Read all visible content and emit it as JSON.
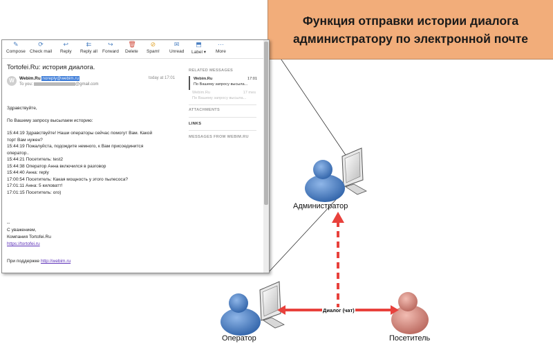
{
  "banner": {
    "line1": "Функция отправки истории диалога",
    "line2": "администратору по электронной почте"
  },
  "email": {
    "toolbar": [
      {
        "label": "Compose",
        "icon": "compose-icon"
      },
      {
        "label": "Check mail",
        "icon": "refresh-icon"
      },
      {
        "label": "Reply",
        "icon": "reply-icon"
      },
      {
        "label": "Reply all",
        "icon": "reply-all-icon"
      },
      {
        "label": "Forward",
        "icon": "forward-icon"
      },
      {
        "label": "Delete",
        "icon": "trash-icon"
      },
      {
        "label": "Spam!",
        "icon": "spam-icon"
      },
      {
        "label": "Unread",
        "icon": "envelope-icon"
      },
      {
        "label": "Label",
        "icon": "label-icon"
      },
      {
        "label": "More",
        "icon": "more-icon"
      }
    ],
    "subject": "Tortofei.Ru: история диалога.",
    "avatar_letter": "W",
    "sender_name": "Webim.Ru",
    "sender_email": "noreply@webim.ru",
    "to_label": "To you:",
    "to_suffix": "@gmail.com",
    "date": "today at 17:01",
    "greeting": "Здравствуйте,",
    "intro": "По Вашему запросу высылаем историю:",
    "history": [
      "15:44:19 Здравствуйте! Наши операторы сейчас помогут Вам. Какой",
      "торт Вам нужен?",
      "15:44:19 Пожалуйста, подождите немного, к Вам присоединится",
      "оператор..",
      "15:44:21 Посетитель: test2",
      "15:44:38 Оператор Анна включился в разговор",
      "15:44:40 Анна: reply",
      "17:00:54 Посетитель: Какая мощность у этого пылесоса?",
      "17:01:11 Анна: 5 киловатт!",
      "17:01:15 Посетитель: ого)"
    ],
    "sig_dash": "--",
    "sig_regards": "С уважением,",
    "sig_company": "Компания Tortofei.Ru",
    "sig_link": "https://tortofei.ru",
    "support_text": "При поддержке",
    "support_link": "http://webim.ru",
    "right_pane": {
      "related_heading": "RELATED MESSAGES",
      "related": [
        {
          "name": "Webim.Ru",
          "time": "17:01",
          "snippet": "По Вашему запросу высыла..."
        },
        {
          "name": "Webim.Ru",
          "time": "17 mes",
          "snippet": "По Вашему запросу высыла..."
        }
      ],
      "attachments_heading": "ATTACHMENTS",
      "links_heading": "LINKS",
      "messages_from_heading": "MESSAGES FROM WEBIM.RU"
    }
  },
  "diagram": {
    "admin_label": "Администратор",
    "operator_label": "Оператор",
    "visitor_label": "Посетитель",
    "chat_label": "Диалог (чат)",
    "colors": {
      "person_blue": "#4a7ec4",
      "person_pink": "#d28a80",
      "arrow_red": "#e8413c"
    }
  }
}
